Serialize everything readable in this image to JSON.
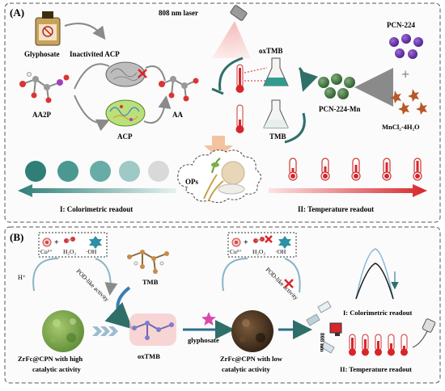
{
  "panel_a": {
    "tag": "(A)",
    "laser": "808 nm laser",
    "glyphosate": "Glyphosate",
    "inactivated_acp": "Inactivited ACP",
    "aa2p": "AA2P",
    "aa": "AA",
    "acp": "ACP",
    "oxtmb": "oxTMB",
    "tmb": "TMB",
    "pcn224": "PCN-224",
    "pcn224mn": "PCN-224-Mn",
    "mncl2": "MnCl₂·4H₂O",
    "ops": "OPs",
    "readout1": "I: Colorimetric readout",
    "readout2": "II: Temperature readout",
    "circle_colors": [
      "#2f7f78",
      "#4b9891",
      "#67aca6",
      "#9ec9c5",
      "#d9d9d9"
    ]
  },
  "panel_b": {
    "tag": "(B)",
    "cu1": "Cu²⁺",
    "h2o2_1": "H₂O₂",
    "oh1": "·OH",
    "hplus": "H⁺",
    "pod1": "POD-like activity",
    "zrfc_high_1": "ZrFc@CPN with high",
    "zrfc_high_2": "catalytic activity",
    "tmb": "TMB",
    "oxtmb": "oxTMB",
    "glyphosate": "glyphosate",
    "cu2": "Cu²⁺",
    "h2o2_2": "H₂O₂",
    "oh2": "·OH",
    "pod2": "POD-like activity",
    "zrfc_low_1": "ZrFc@CPN with low",
    "zrfc_low_2": "catalytic activity",
    "laser": "808 nm",
    "readout1": "I: Colorimetric readout",
    "readout2": "II: Temperature readout"
  }
}
